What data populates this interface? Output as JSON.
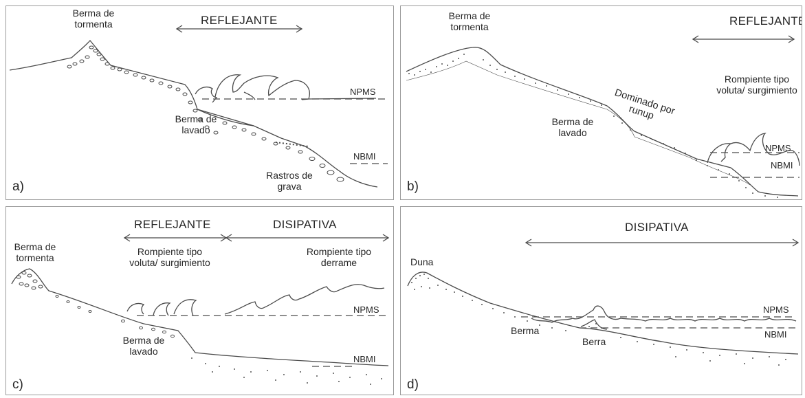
{
  "panels": [
    {
      "letter": "a)",
      "labels": {
        "storm_berm": "Berma de\ntormenta",
        "regime": "REFLEJANTE",
        "swash_berm": "Berma de\nlavado",
        "gravel": "Rastros de\ngrava",
        "npms": "NPMS",
        "nbmi": "NBMI"
      }
    },
    {
      "letter": "b)",
      "labels": {
        "storm_berm": "Berma de\ntormenta",
        "regime": "REFLEJANTE",
        "breaker": "Rompiente tipo\nvoluta/ surgimiento",
        "runup": "Dominado por\nrunup",
        "swash_berm": "Berma de\nlavado",
        "npms": "NPMS",
        "nbmi": "NBMI"
      }
    },
    {
      "letter": "c)",
      "labels": {
        "storm_berm": "Berma de\ntormenta",
        "regime_reflective": "REFLEJANTE",
        "regime_dissipative": "DISIPATIVA",
        "breaker_plunging": "Rompiente tipo\nvoluta/ surgimiento",
        "breaker_spilling": "Rompiente tipo\nderrame",
        "swash_berm": "Berma de\nlavado",
        "npms": "NPMS",
        "nbmi": "NBMI"
      }
    },
    {
      "letter": "d)",
      "labels": {
        "dune": "Duna",
        "regime": "DISIPATIVA",
        "berm": "Berma",
        "bar": "Berra",
        "npms": "NPMS",
        "nbmi": "NBMI"
      }
    }
  ],
  "colors": {
    "line": "#4a4a4a",
    "text": "#262626",
    "border": "#9a9a9a"
  }
}
